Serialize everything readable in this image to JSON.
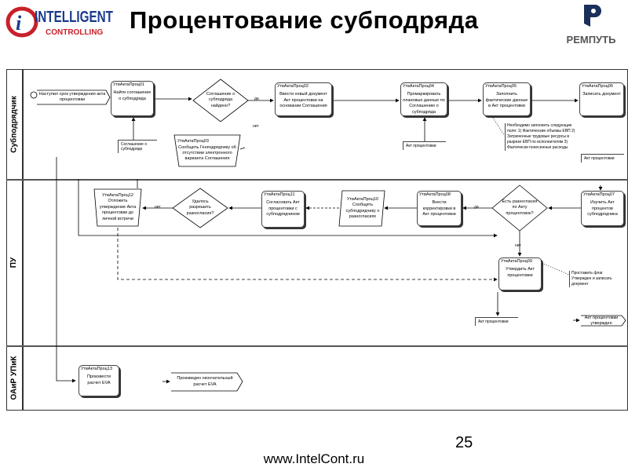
{
  "header": {
    "title": "Процентование субподряда",
    "logo_left": "INTELLIGENT CONTROLLING",
    "logo_right": "РЕМПУТЬ"
  },
  "lanes": [
    "Субподрядчик",
    "ПУ",
    "ОАиР УПиК"
  ],
  "events": {
    "start": "Наступил срок утверждения акта процентовки",
    "end_approved": "Акт процентовки утвержден",
    "end_eva": "Произведен окончательный расчет EVA"
  },
  "processes": {
    "p01": {
      "id": "УтвАктаПроц01",
      "text": "Найти соглашение о субподряда"
    },
    "p02": {
      "id": "УтвАктаПроц02",
      "text": "Ввести новый документ Акт процентовки на основании Соглашения"
    },
    "p03": {
      "id": "УтвАктаПроц03",
      "text": "Сообщить Генподрядчику об отсутствии электронного варианта Соглашения"
    },
    "p04": {
      "id": "УтвАктаПроц04",
      "text": "Промаркировать плановые данные по Соглашению о субподряда"
    },
    "p05": {
      "id": "УтвАктаПроц05",
      "text": "Заполнить фактические данные в Акт процентовки"
    },
    "p06": {
      "id": "УтвАктаПроц06",
      "text": "Записать документ"
    },
    "p07": {
      "id": "УтвАктаПроц07",
      "text": "Изучить Акт процентов субподрядчика"
    },
    "p08": {
      "id": "УтвАктаПроц08",
      "text": "Внести корректировки в Акт процентовки"
    },
    "p09": {
      "id": "УтвАктаПроц09",
      "text": "Утвердить Акт процентовки"
    },
    "p10": {
      "id": "УтвАктаПроц10",
      "text": "Сообщить субподрядчику о разногласиях"
    },
    "p11": {
      "id": "УтвАктаПроц11",
      "text": "Согласовать Акт процентовки с субподрядчиком"
    },
    "p12": {
      "id": "УтвАктаПроц12",
      "text": "Отложить утверждение Акта процентовки до личной встречи"
    },
    "p13": {
      "id": "УтвАктаПроц13",
      "text": "Произвести расчет EVA"
    }
  },
  "decisions": {
    "d1": "Соглашение о субподряда найдено?",
    "d2": "Удалось разрешить разногласия?",
    "d3": "Есть разногласия по Акту процентовок?"
  },
  "labels": {
    "yes": "да",
    "no": "нет"
  },
  "documents": {
    "doc1": "Соглашение о субподряде",
    "doc2": "Акт процентовки",
    "doc3": "Акт процентовки",
    "doc4": "Акт процентовки"
  },
  "notes": {
    "n1": "Необходимо заполнить следующие поля: 1) Фактические объемы ЕВП 2) Затраченные трудовые ресурсы в разрезе ЕВП по исполнителям 3) Фактически понесенные расходы",
    "n2": "Проставить флаг Утвержден и записать документ"
  },
  "footer": {
    "page": "25",
    "site": "www.IntelCont.ru"
  }
}
